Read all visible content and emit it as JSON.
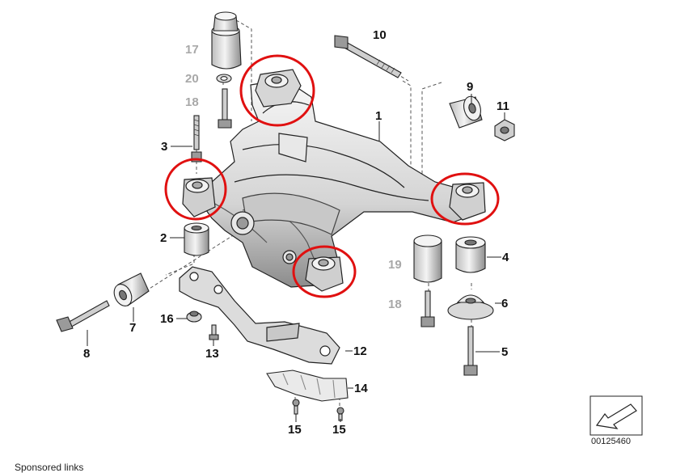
{
  "part_labels": [
    {
      "id": "p1",
      "text": "1"
    },
    {
      "id": "p2",
      "text": "2"
    },
    {
      "id": "p3",
      "text": "3"
    },
    {
      "id": "p4",
      "text": "4"
    },
    {
      "id": "p5",
      "text": "5"
    },
    {
      "id": "p6",
      "text": "6"
    },
    {
      "id": "p7",
      "text": "7"
    },
    {
      "id": "p8",
      "text": "8"
    },
    {
      "id": "p9",
      "text": "9"
    },
    {
      "id": "p10",
      "text": "10"
    },
    {
      "id": "p11",
      "text": "11"
    },
    {
      "id": "p12",
      "text": "12"
    },
    {
      "id": "p13",
      "text": "13"
    },
    {
      "id": "p14",
      "text": "14"
    },
    {
      "id": "p15a",
      "text": "15"
    },
    {
      "id": "p15b",
      "text": "15"
    },
    {
      "id": "p16",
      "text": "16"
    },
    {
      "id": "p17",
      "text": "17",
      "muted": true
    },
    {
      "id": "p18a",
      "text": "18",
      "muted": true
    },
    {
      "id": "p18b",
      "text": "18",
      "muted": true
    },
    {
      "id": "p19",
      "text": "19",
      "muted": true
    },
    {
      "id": "p20",
      "text": "20",
      "muted": true
    }
  ],
  "diagram_code": "00125460",
  "footer_text": "Sponsored links",
  "colors": {
    "highlight_circle": "#e01010",
    "line": "#222222",
    "fill_light": "#f2f2f2",
    "fill_mid": "#d8d8d8",
    "fill_dark": "#9a9a9a",
    "muted_label": "#a8a8a8"
  },
  "icons": {
    "orientation": "arrow-orientation-icon",
    "highlights": [
      "highlight-circle-top",
      "highlight-circle-left",
      "highlight-circle-right",
      "highlight-circle-center"
    ]
  }
}
